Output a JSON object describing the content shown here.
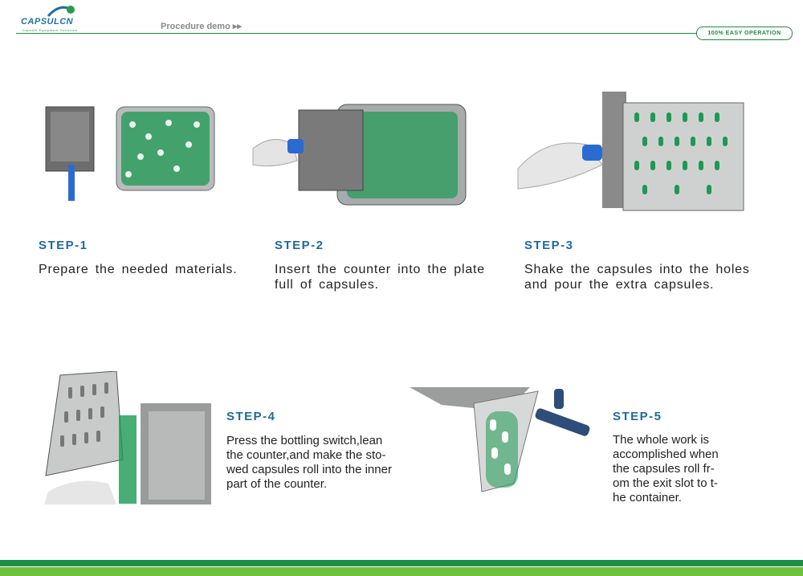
{
  "header": {
    "logo_text": "CAPSULCN",
    "logo_subtext": "Capsule Equipment Solutions",
    "procedure_label": "Procedure demo ▸▸",
    "tag_label": "100% EASY OPERATION"
  },
  "steps": [
    {
      "title": "STEP-1",
      "description": "Prepare the needed materials."
    },
    {
      "title": "STEP-2",
      "description": "Insert the counter into the plate full of capsules."
    },
    {
      "title": "STEP-3",
      "description": "Shake the capsules into the holes and pour the extra capsules."
    },
    {
      "title": "STEP-4",
      "description_lines": [
        "Press the bottling switch,lean",
        "the counter,and make the sto-",
        "wed capsules roll into the inner",
        "part of the counter."
      ]
    },
    {
      "title": "STEP-5",
      "description_lines": [
        "The whole work is",
        "accomplished when",
        "the capsules roll fr-",
        "om the exit slot to t-",
        "he container."
      ]
    }
  ],
  "colors": {
    "brand_green": "#1e8a3e",
    "light_green": "#6fbf3e",
    "step_blue": "#1e6a9c",
    "capsule_green": "#1c9a52"
  }
}
